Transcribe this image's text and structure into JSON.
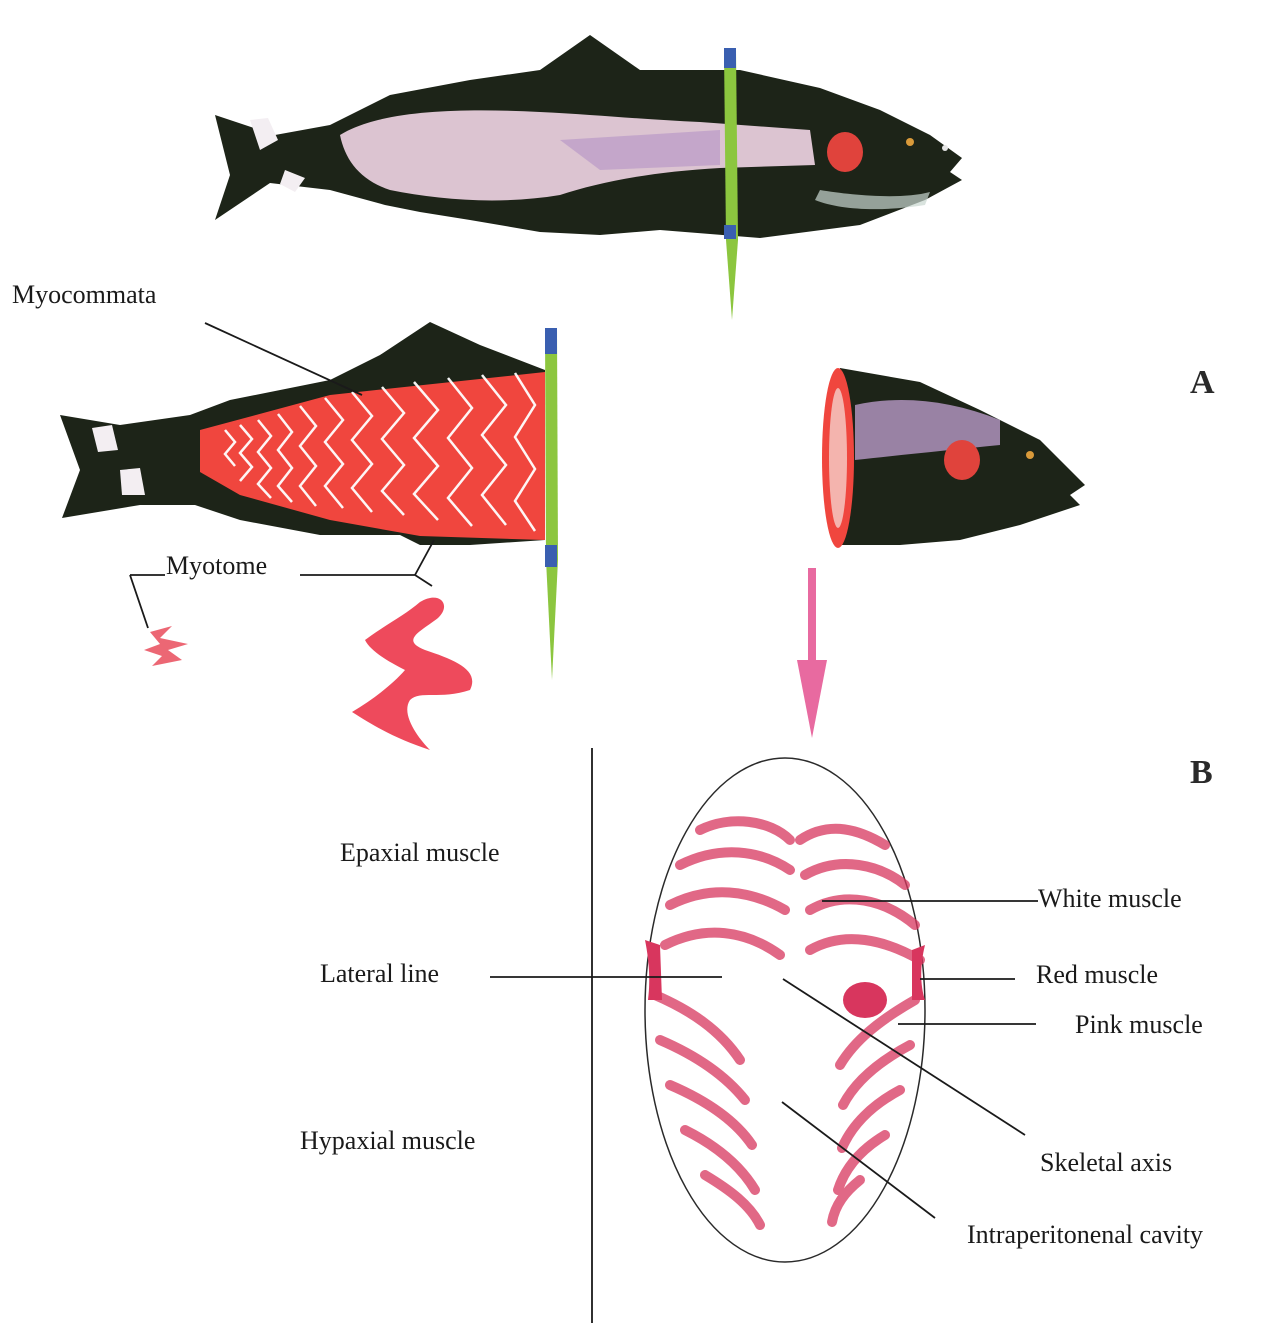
{
  "labels": {
    "myocommata": "Myocommata",
    "myotome": "Myotome",
    "panel_a": "A",
    "panel_b": "B",
    "epaxial": "Epaxial muscle",
    "lateral_line": "Lateral line",
    "hypaxial": "Hypaxial muscle",
    "white_muscle": "White muscle",
    "red_muscle": "Red muscle",
    "pink_muscle": "Pink muscle",
    "skeletal_axis": "Skeletal axis",
    "intraperitoneal": "Intraperitonenal cavity"
  },
  "colors": {
    "fish_body": "#1d2418",
    "fish_mottle": "#f2d6e6",
    "muscle_red": "#f0463e",
    "muscle_pink": "#e05a7a",
    "knife_green": "#8cc63f",
    "knife_blue": "#3a5fb0",
    "arrow_pink": "#e86aa0"
  }
}
